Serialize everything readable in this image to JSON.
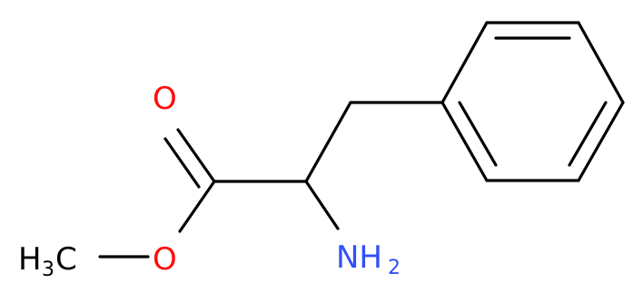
{
  "molecule": {
    "atoms": {
      "oxygen_carbonyl": {
        "text": "O",
        "color": "#ff0d0d"
      },
      "oxygen_ester": {
        "text": "O",
        "color": "#ff0d0d"
      },
      "methyl": {
        "main": "H",
        "sub": "3",
        "tail": "C",
        "color": "#000000"
      },
      "amine": {
        "main": "NH",
        "sub": "2",
        "color": "#3050f8"
      }
    }
  }
}
